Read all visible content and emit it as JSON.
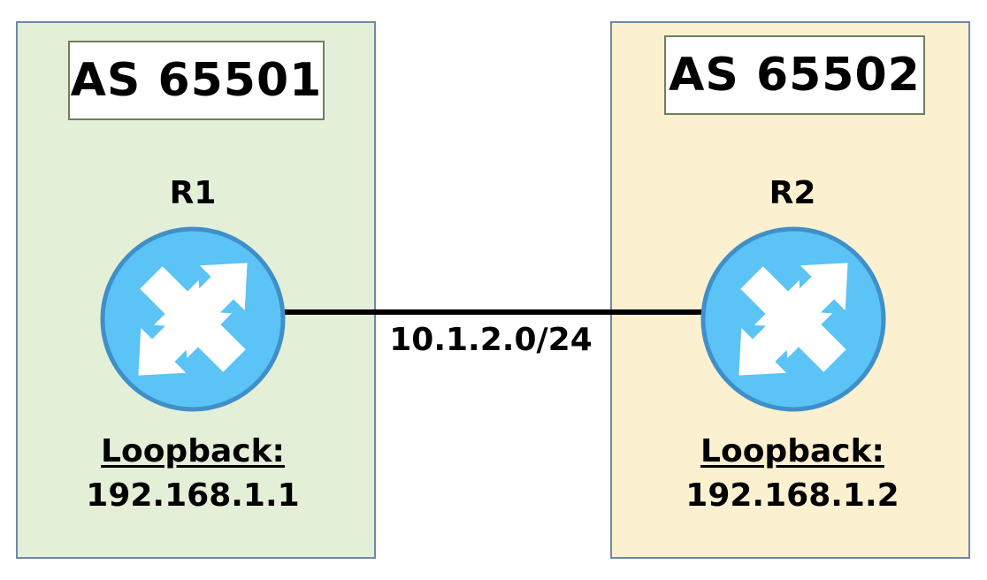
{
  "as_left": {
    "label": "AS 65501",
    "router_name": "R1",
    "loopback_label": "Loopback:",
    "loopback_ip": "192.168.1.1"
  },
  "as_right": {
    "label": "AS 65502",
    "router_name": "R2",
    "loopback_label": "Loopback:",
    "loopback_ip": "192.168.1.2"
  },
  "link": {
    "subnet": "10.1.2.0/24"
  },
  "colors": {
    "as_left_fill": "#e4efd8",
    "as_right_fill": "#fbf0d0",
    "router_fill": "#5bc3f5",
    "router_border": "#3f8fc8",
    "box_border": "#6f88a6"
  },
  "icons": {
    "router": "router-icon"
  }
}
